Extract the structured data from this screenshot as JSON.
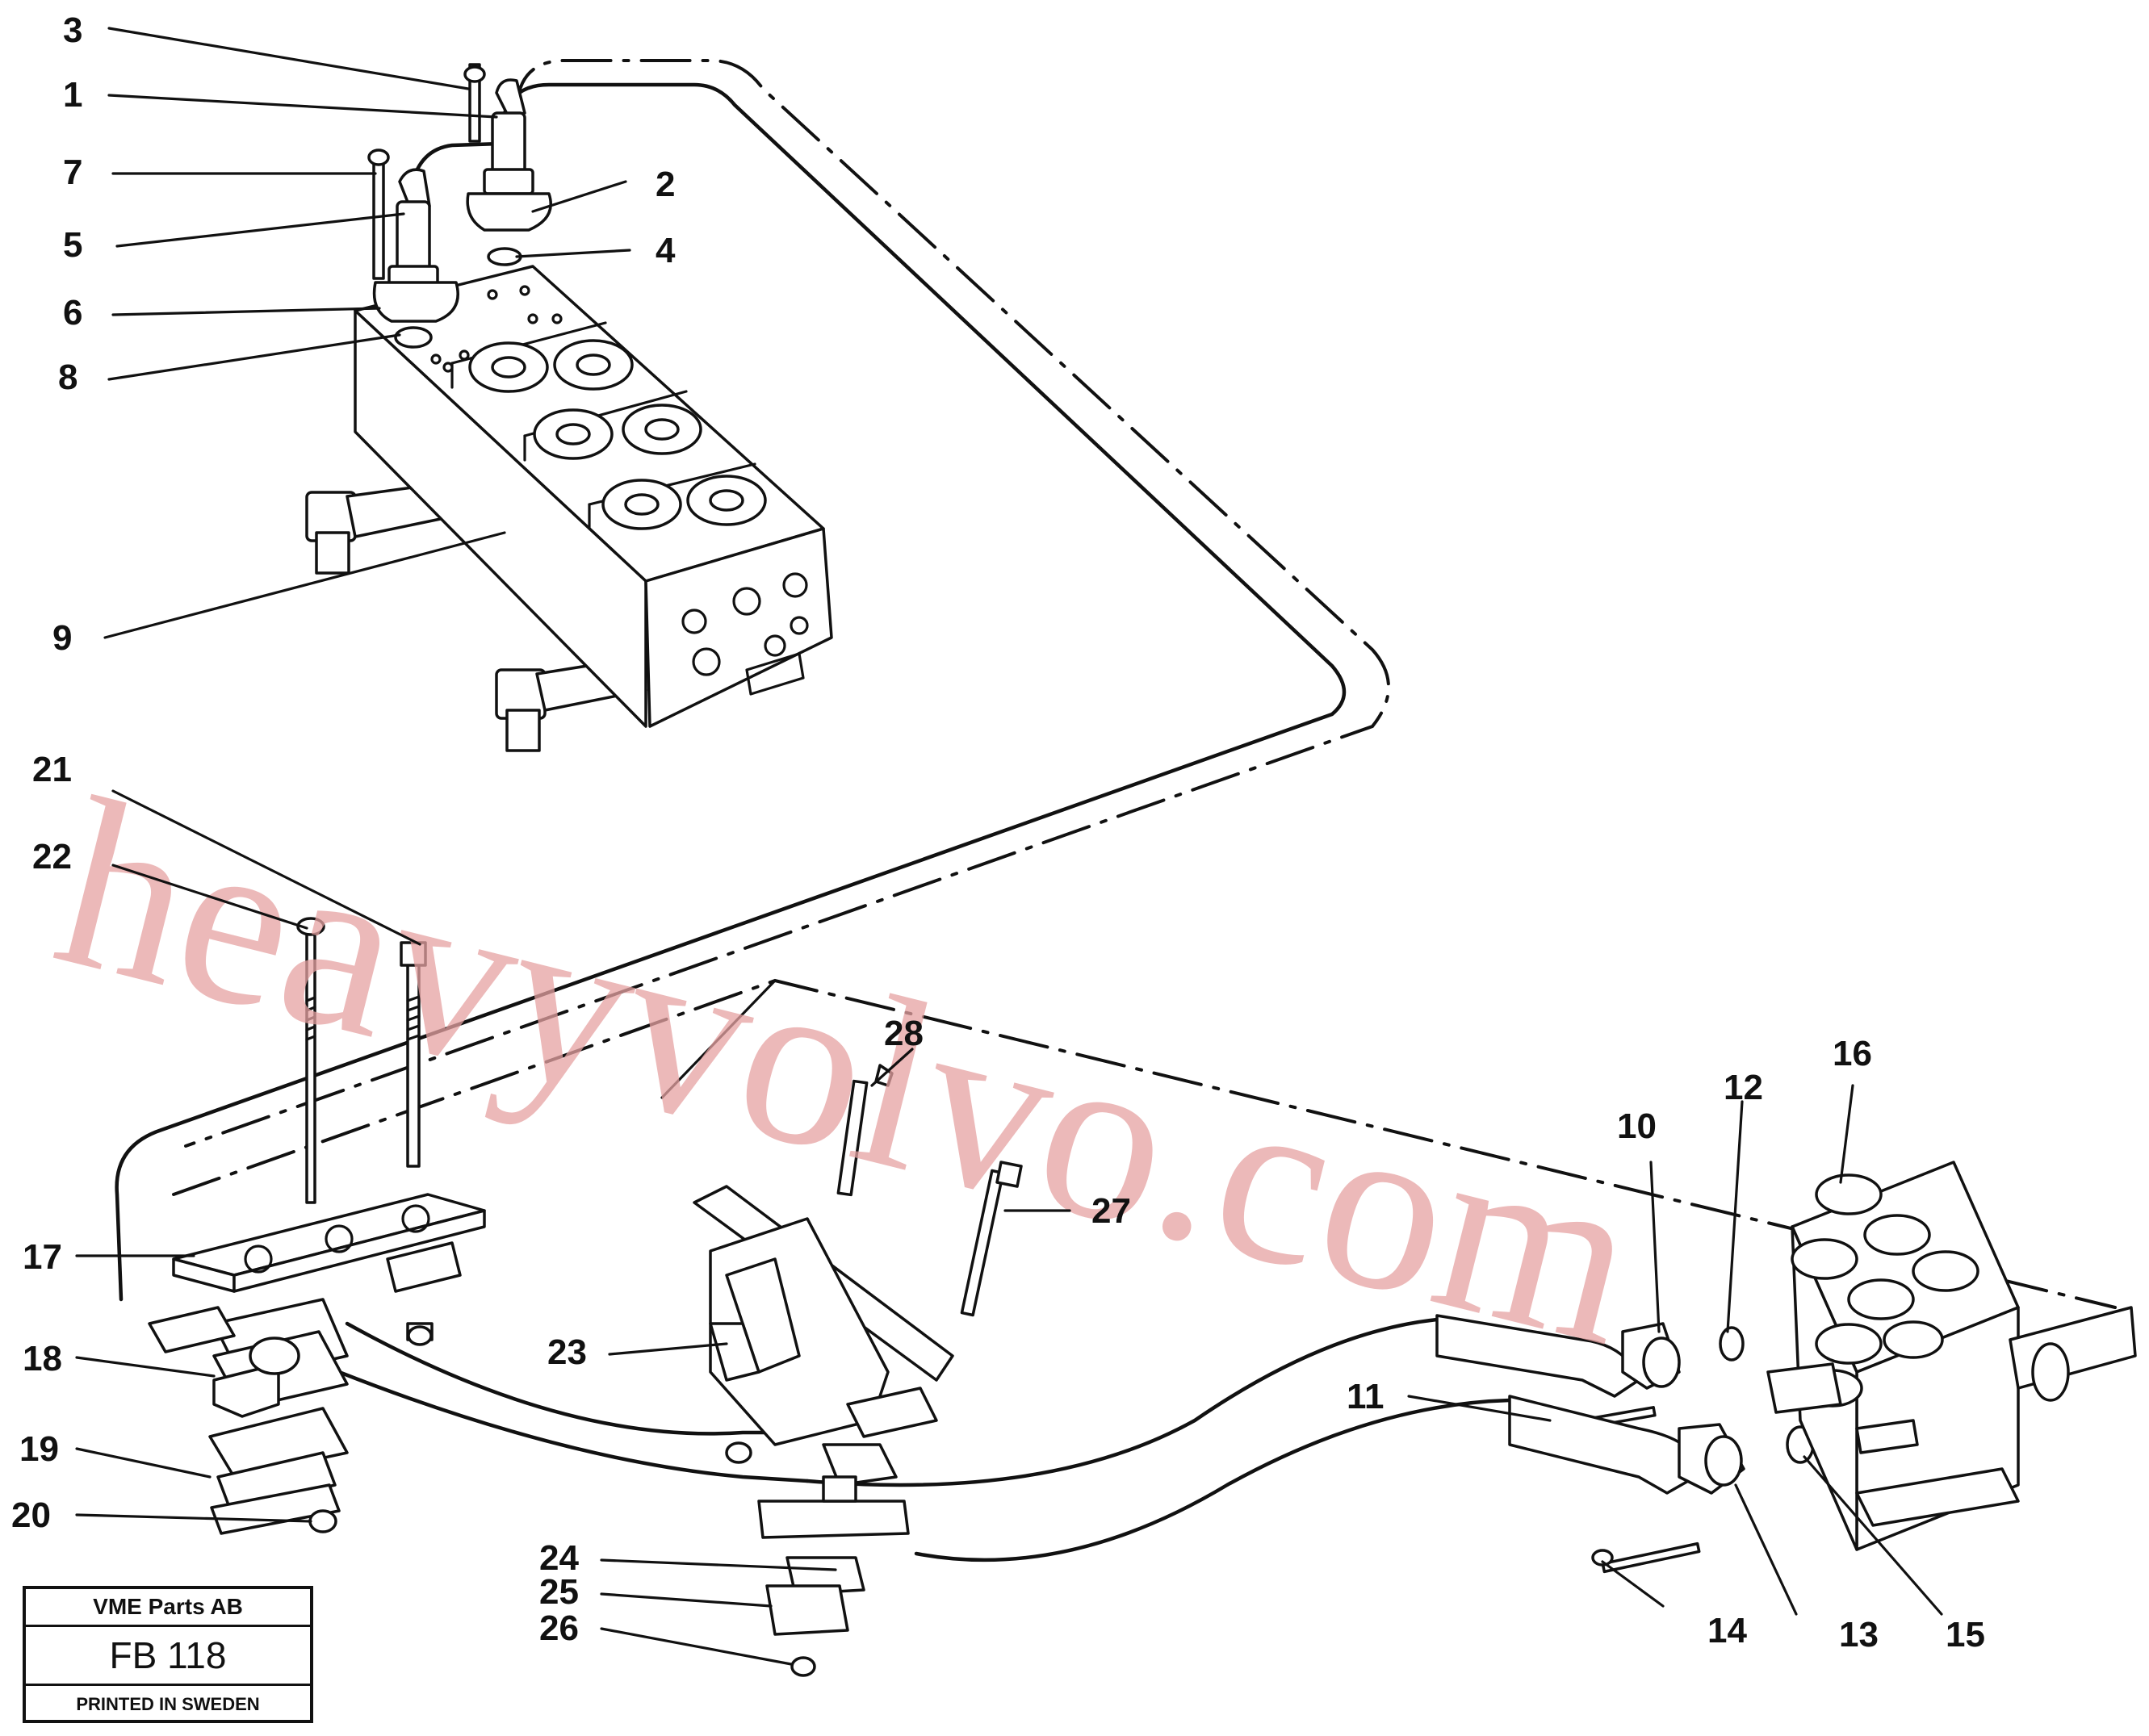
{
  "watermark": "heavyvolvo.com",
  "title_block": {
    "company": "VME Parts AB",
    "code": "FB 118",
    "footer": "PRINTED IN SWEDEN"
  },
  "callouts": [
    "1",
    "2",
    "3",
    "4",
    "5",
    "6",
    "7",
    "8",
    "9",
    "10",
    "11",
    "12",
    "13",
    "14",
    "15",
    "16",
    "17",
    "18",
    "19",
    "20",
    "21",
    "22",
    "23",
    "24",
    "25",
    "26",
    "27",
    "28"
  ]
}
